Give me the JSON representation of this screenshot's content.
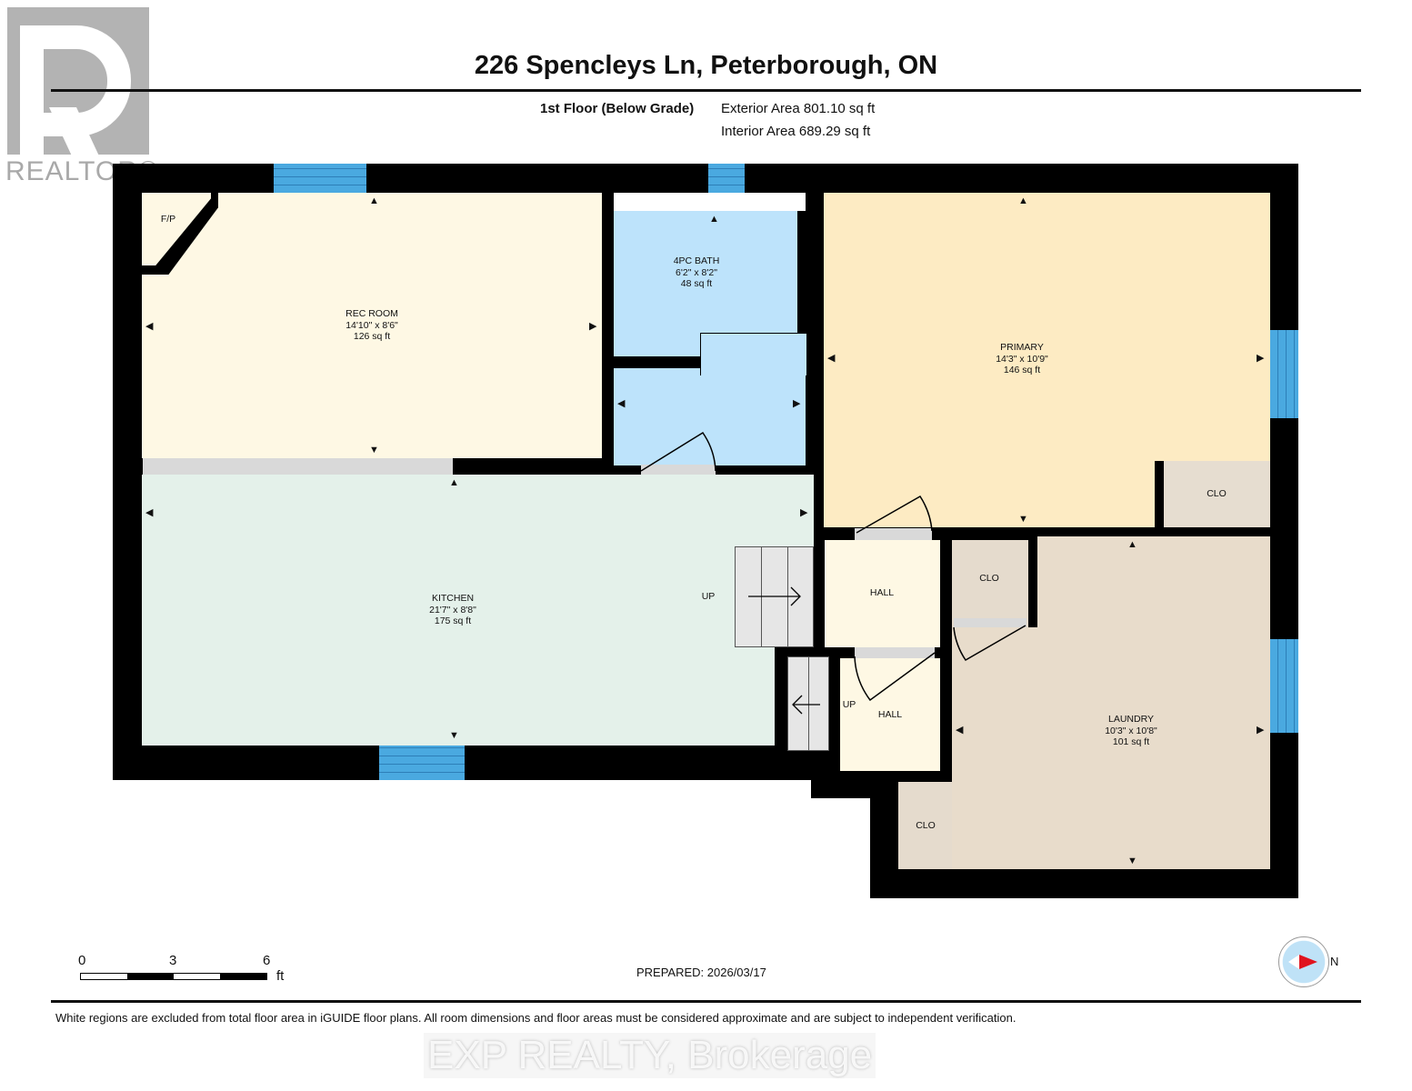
{
  "logo": {
    "text": "REALTOR®"
  },
  "header": {
    "title": "226 Spencleys Ln, Peterborough, ON",
    "floor": "1st Floor (Below Grade)",
    "exterior_area": "Exterior Area 801.10 sq ft",
    "interior_area": "Interior Area 689.29 sq ft"
  },
  "rooms": [
    {
      "name": "REC ROOM",
      "dims": "14'10\" x 8'6\"",
      "area": "126 sq ft"
    },
    {
      "name": "4PC BATH",
      "dims": "6'2\" x 8'2\"",
      "area": "48 sq ft"
    },
    {
      "name": "PRIMARY",
      "dims": "14'3\" x 10'9\"",
      "area": "146 sq ft"
    },
    {
      "name": "KITCHEN",
      "dims": "21'7\" x 8'8\"",
      "area": "175 sq ft"
    },
    {
      "name": "LAUNDRY",
      "dims": "10'3\" x 10'8\"",
      "area": "101 sq ft"
    }
  ],
  "labels": {
    "fp": "F/P",
    "clo": "CLO",
    "hall": "HALL",
    "up": "UP"
  },
  "scale": {
    "ticks": [
      "0",
      "3",
      "6"
    ],
    "unit": "ft"
  },
  "compass": {
    "label": "N"
  },
  "prepared": "PREPARED: 2026/03/17",
  "disclaimer": "White regions are excluded from total floor area in iGUIDE floor plans. All room dimensions and floor areas must be considered approximate and are subject to independent verification.",
  "watermark": "EXP REALTY, Brokerage",
  "colors": {
    "wall": "#000000",
    "window": "#4aa9e0",
    "rec_room": "#fef8e4",
    "bath": "#bde3fb",
    "kitchen": "#e4f1ea",
    "primary": "#fdebc3",
    "laundry": "#e8dccb"
  }
}
